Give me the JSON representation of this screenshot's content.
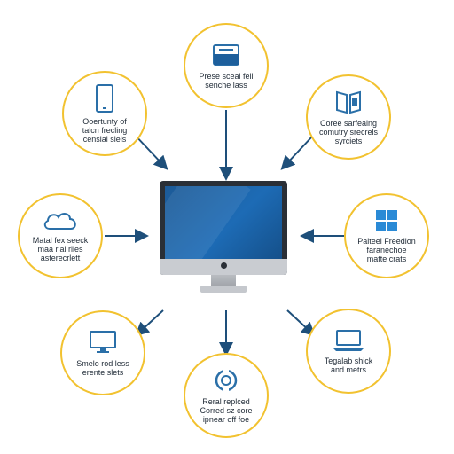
{
  "nodes": {
    "top": {
      "label": "Prese sceal fell\nsenche lass",
      "icon": "folder-icon"
    },
    "top_left": {
      "label": "Ooertunty of\ntalcn frecling\ncensial slels",
      "icon": "tablet-icon"
    },
    "top_right": {
      "label": "Coree sarfeaing\ncomutry srecrels\nsyrciets",
      "icon": "open-book-icon"
    },
    "mid_left": {
      "label": "Matal fex seeck\nmaa rial riles\nasterecrlett",
      "icon": "cloud-icon"
    },
    "mid_right": {
      "label": "Palteel Freedion\nfaranechoe\nmatte crats",
      "icon": "windows-logo-icon"
    },
    "bottom_left": {
      "label": "Smelo rod less\nerente slets",
      "icon": "monitor-icon"
    },
    "bottom_right": {
      "label": "Tegalab shick\nand metrs",
      "icon": "laptop-icon"
    },
    "bottom": {
      "label": "Reral replced\nCorred sz core\nipnear off foe",
      "icon": "sync-icon"
    }
  },
  "center": {
    "icon": "desktop-monitor-icon"
  },
  "colors": {
    "node_border": "#f2c230",
    "arrow": "#1e4f7a",
    "icon_stroke": "#2a6fa8",
    "screen": "#1d6bb5"
  }
}
